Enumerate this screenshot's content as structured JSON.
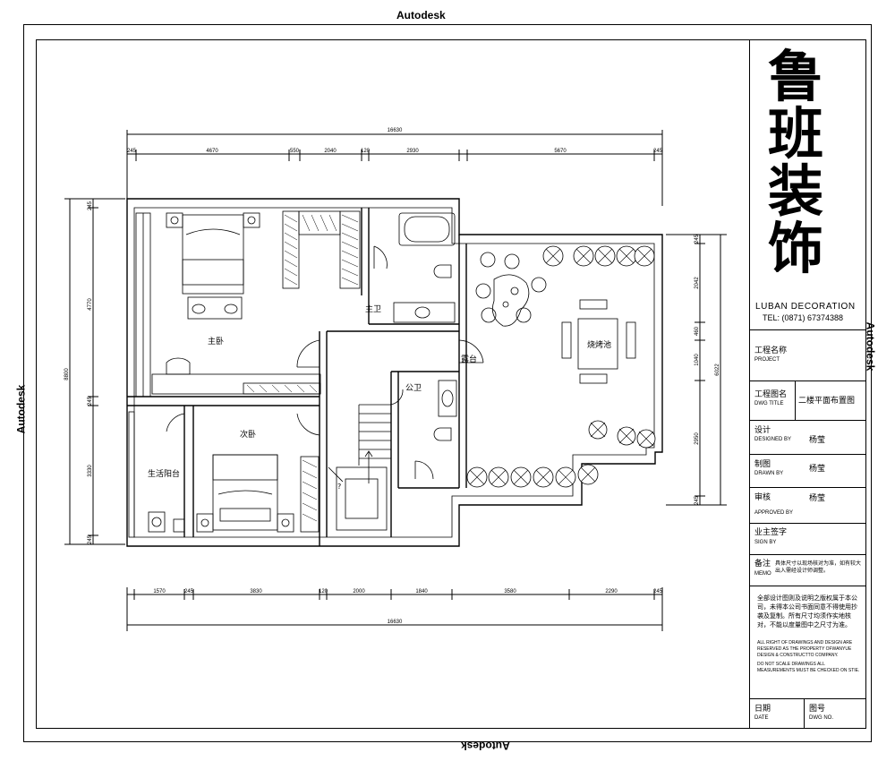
{
  "watermark": "Autodesk",
  "dimensions": {
    "top_total": "16630",
    "top": [
      "245",
      "4670",
      "550",
      "2040",
      "120",
      "2930",
      "5670",
      "245"
    ],
    "bottom": [
      "1570",
      "245",
      "3830",
      "120",
      "2000",
      "1840",
      "3580",
      "2290",
      "245"
    ],
    "bottom_total": "16630",
    "left_total": "8800",
    "left": [
      "245",
      "4770",
      "245",
      "3330",
      "245"
    ],
    "right_total": "6022",
    "right": [
      "245",
      "2042",
      "460",
      "1040",
      "2950",
      "245"
    ]
  },
  "rooms": {
    "master_bedroom": "主卧",
    "master_bath": "主卫",
    "terrace": "露台",
    "public_bath": "公卫",
    "second_bedroom": "次卧",
    "utility_balcony": "生活阳台",
    "bbq_pit": "烧烤池",
    "stair_mark": "?"
  },
  "title_block": {
    "logo_lines": [
      "鲁",
      "班",
      "装",
      "饰"
    ],
    "brand": "LUBAN DECORATION",
    "tel": "TEL: (0871) 67374388",
    "project": {
      "label": "工程名称",
      "sub": "PROJECT"
    },
    "dwg_title": {
      "label": "工程图名",
      "sub": "DWG TITLE",
      "value": "二楼平面布置图"
    },
    "designed": {
      "label": "设计",
      "sub": "DESIGNED BY",
      "value": "杨莹"
    },
    "drawn": {
      "label": "制图",
      "sub": "DRAWN BY",
      "value": "杨莹"
    },
    "approved": {
      "label": "审核",
      "sub": "APPROVED BY",
      "value": "杨莹"
    },
    "sign": {
      "label": "业主签字",
      "sub": "SIGN BY"
    },
    "memo": {
      "label": "备注",
      "sub": "MEMO",
      "value": "具体尺寸以现场核对为准，如有较大出入需经设计师调整。"
    },
    "copyright_cn": "全部设计图则及说明之版权属于本公司，未得本公司书面同意不得使用抄袭及复制。所有尺寸均须作实地核对，不能以度量图中之尺寸为准。",
    "copyright_en_1": "ALL RIGHT OF DRAWINGS AND DESIGN ARE RESERVED AS THE PROPERTY OFWANYUE DESIGN & CONSTRUCTTO COMPANY.",
    "copyright_en_2": "DO NOT SCALE DRAWINGS ALL MEASUREMENTS MUST BE CHECKED ON STIE.",
    "date": {
      "label": "日期",
      "sub": "DATE"
    },
    "dwg_no": {
      "label": "图号",
      "sub": "DWG NO."
    }
  }
}
